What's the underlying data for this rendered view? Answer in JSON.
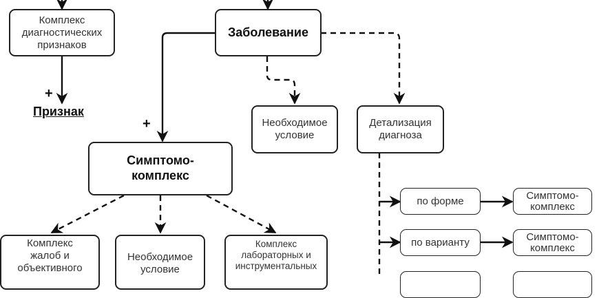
{
  "diagram": {
    "type": "concept-map",
    "nodes": {
      "diag_complex": {
        "lines": [
          "Комплекс",
          "диагностических",
          "признаков"
        ]
      },
      "disease": {
        "lines": [
          "Заболевание"
        ]
      },
      "necessary_cond_top": {
        "lines": [
          "Необходимое",
          "условие"
        ]
      },
      "diag_detail": {
        "lines": [
          "Детализация",
          "диагноза"
        ]
      },
      "symptom_complex": {
        "lines": [
          "Симптомо-",
          "комплекс"
        ]
      },
      "complaints": {
        "lines": [
          "Комплекс",
          "жалоб и",
          "объективного"
        ]
      },
      "necessary_cond_bottom": {
        "lines": [
          "Необходимое",
          "условие"
        ]
      },
      "lab_complex": {
        "lines": [
          "Комплекс",
          "лабораторных и",
          "инструментальных"
        ]
      },
      "by_form": {
        "lines": [
          "по форме"
        ]
      },
      "by_variant": {
        "lines": [
          "по варианту"
        ]
      },
      "sc_form": {
        "lines": [
          "Симптомо-",
          "комплекс"
        ]
      },
      "sc_variant": {
        "lines": [
          "Симптомо-",
          "комплекс"
        ]
      }
    },
    "labels": {
      "feature_term": "Признак",
      "plus_feature": "+",
      "plus_symptom": "+"
    },
    "edges": [
      {
        "from": "diag_complex",
        "to": "feature_term",
        "style": "solid",
        "marker": "+"
      },
      {
        "from": "disease",
        "to": "symptom_complex",
        "style": "solid",
        "marker": "+"
      },
      {
        "from": "disease",
        "to": "necessary_cond_top",
        "style": "dashed"
      },
      {
        "from": "disease",
        "to": "diag_detail",
        "style": "dashed"
      },
      {
        "from": "symptom_complex",
        "to": "complaints",
        "style": "dashed"
      },
      {
        "from": "symptom_complex",
        "to": "necessary_cond_bottom",
        "style": "dashed"
      },
      {
        "from": "symptom_complex",
        "to": "lab_complex",
        "style": "dashed"
      },
      {
        "from": "diag_detail",
        "to": "by_form",
        "style": "dashed-then-solid"
      },
      {
        "from": "diag_detail",
        "to": "by_variant",
        "style": "dashed-then-solid"
      },
      {
        "from": "by_form",
        "to": "sc_form",
        "style": "solid"
      },
      {
        "from": "by_variant",
        "to": "sc_variant",
        "style": "solid"
      }
    ]
  }
}
